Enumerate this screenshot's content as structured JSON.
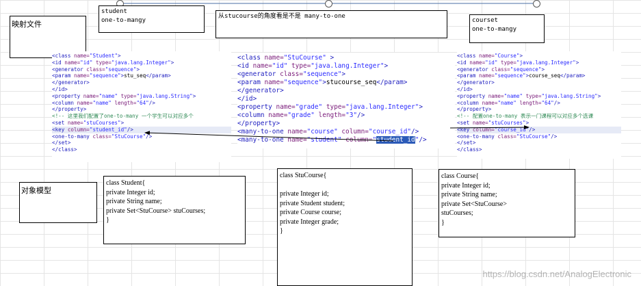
{
  "labels": {
    "mapping_file": "映射文件",
    "object_model": "对象模型"
  },
  "notes": {
    "student": "student\none-to-mangy",
    "stucourse_question": "从stucourse的角度看是不是 many-to-one",
    "course": "courset\none-to-mangy"
  },
  "xml": {
    "student": [
      [
        [
          "tg",
          "<class "
        ],
        [
          "at",
          "name="
        ],
        [
          "vl",
          "\"Student\""
        ],
        [
          "tg",
          ">"
        ]
      ],
      [
        [
          "tg",
          "<id "
        ],
        [
          "at",
          "name="
        ],
        [
          "vl",
          "\"id\""
        ],
        [
          "at",
          " type="
        ],
        [
          "vl",
          "\"java.lang.Integer\""
        ],
        [
          "tg",
          ">"
        ]
      ],
      [
        [
          "tg",
          "<generator "
        ],
        [
          "at",
          "class="
        ],
        [
          "vl",
          "\"sequence\""
        ],
        [
          "tg",
          ">"
        ]
      ],
      [
        [
          "tg",
          "<param "
        ],
        [
          "at",
          "name="
        ],
        [
          "vl",
          "\"sequence\""
        ],
        [
          "tg",
          ">"
        ],
        [
          "tx",
          "stu_seq"
        ],
        [
          "tg",
          "</param>"
        ]
      ],
      [
        [
          "tg",
          "</generator>"
        ]
      ],
      [
        [
          "tg",
          "</id>"
        ]
      ],
      [
        [
          "tg",
          "<property "
        ],
        [
          "at",
          "name="
        ],
        [
          "vl",
          "\"name\""
        ],
        [
          "at",
          " type="
        ],
        [
          "vl",
          "\"java.lang.String\""
        ],
        [
          "tg",
          ">"
        ]
      ],
      [
        [
          "tg",
          "<column "
        ],
        [
          "at",
          "name="
        ],
        [
          "vl",
          "\"name\""
        ],
        [
          "at",
          " length="
        ],
        [
          "vl",
          "\"64\""
        ],
        [
          "tg",
          "/>"
        ]
      ],
      [
        [
          "tg",
          "</property>"
        ]
      ],
      [
        [
          "cm",
          "<!-- 这里我们配置了one-to-many 一个学生可以对应多个"
        ]
      ],
      [
        [
          "tg",
          "<set "
        ],
        [
          "at",
          "name="
        ],
        [
          "vl",
          "\"stuCourses\""
        ],
        [
          "tg",
          ">"
        ]
      ],
      [
        [
          "tg",
          "<key "
        ],
        [
          "at",
          "column="
        ],
        [
          "vl",
          "\"student_id\""
        ],
        [
          "tg",
          "/>"
        ]
      ],
      [
        [
          "tg",
          "<one-to-many "
        ],
        [
          "at",
          "class="
        ],
        [
          "vl",
          "\"StuCourse\""
        ],
        [
          "tg",
          "/>"
        ]
      ],
      [
        [
          "tg",
          "</set>"
        ]
      ],
      [
        [
          "tg",
          "</class>"
        ]
      ]
    ],
    "stucourse": [
      [
        [
          "tg",
          "<class "
        ],
        [
          "at",
          "name="
        ],
        [
          "vl",
          "\"StuCourse\""
        ],
        [
          "tg",
          " >"
        ]
      ],
      [
        [
          "tg",
          "<id "
        ],
        [
          "at",
          "name="
        ],
        [
          "vl",
          "\"id\""
        ],
        [
          "at",
          " type="
        ],
        [
          "vl",
          "\"java.lang.Integer\""
        ],
        [
          "tg",
          ">"
        ]
      ],
      [
        [
          "tg",
          "<generator "
        ],
        [
          "at",
          "class="
        ],
        [
          "vl",
          "\"sequence\""
        ],
        [
          "tg",
          ">"
        ]
      ],
      [
        [
          "tg",
          "<param "
        ],
        [
          "at",
          "name="
        ],
        [
          "vl",
          "\"sequence\""
        ],
        [
          "tg",
          ">"
        ],
        [
          "tx",
          "stucourse_seq"
        ],
        [
          "tg",
          "</param>"
        ]
      ],
      [
        [
          "tg",
          "</generator>"
        ]
      ],
      [
        [
          "tg",
          "</id>"
        ]
      ],
      [
        [
          "tg",
          "<property "
        ],
        [
          "at",
          "name="
        ],
        [
          "vl",
          "\"grade\""
        ],
        [
          "at",
          " type="
        ],
        [
          "vl",
          "\"java.lang.Integer\""
        ],
        [
          "tg",
          ">"
        ]
      ],
      [
        [
          "tg",
          "<column "
        ],
        [
          "at",
          "name="
        ],
        [
          "vl",
          "\"grade\""
        ],
        [
          "at",
          " length="
        ],
        [
          "vl",
          "\"3\""
        ],
        [
          "tg",
          "/>"
        ]
      ],
      [
        [
          "tg",
          "</property>"
        ]
      ],
      [
        [
          "tg",
          "<many-to-one "
        ],
        [
          "at",
          "name="
        ],
        [
          "vl",
          "\"course\""
        ],
        [
          "at",
          " column="
        ],
        [
          "vl",
          "\"course_id\""
        ],
        [
          "tg",
          "/>"
        ]
      ],
      [
        [
          "tg",
          "<many-to-one "
        ],
        [
          "at",
          "name="
        ],
        [
          "vl",
          "\"student\""
        ],
        [
          "at",
          " column="
        ],
        [
          "vl",
          "\""
        ],
        [
          "hl",
          "student_id"
        ],
        [
          "vl",
          "\""
        ],
        [
          "tg",
          "/>"
        ]
      ]
    ],
    "course": [
      [
        [
          "tg",
          "<class "
        ],
        [
          "at",
          "name="
        ],
        [
          "vl",
          "\"Course\""
        ],
        [
          "tg",
          ">"
        ]
      ],
      [
        [
          "tg",
          "<id "
        ],
        [
          "at",
          "name="
        ],
        [
          "vl",
          "\"id\""
        ],
        [
          "at",
          " type="
        ],
        [
          "vl",
          "\"java.lang.Integer\""
        ],
        [
          "tg",
          ">"
        ]
      ],
      [
        [
          "tg",
          "<generator "
        ],
        [
          "at",
          "class="
        ],
        [
          "vl",
          "\"sequence\""
        ],
        [
          "tg",
          ">"
        ]
      ],
      [
        [
          "tg",
          "<param "
        ],
        [
          "at",
          "name="
        ],
        [
          "vl",
          "\"sequence\""
        ],
        [
          "tg",
          ">"
        ],
        [
          "tx",
          "course_seq"
        ],
        [
          "tg",
          "</param>"
        ]
      ],
      [
        [
          "tg",
          "</generator>"
        ]
      ],
      [
        [
          "tg",
          "</id>"
        ]
      ],
      [
        [
          "tg",
          "<property "
        ],
        [
          "at",
          "name="
        ],
        [
          "vl",
          "\"name\""
        ],
        [
          "at",
          " type="
        ],
        [
          "vl",
          "\"java.lang.String\""
        ],
        [
          "tg",
          ">"
        ]
      ],
      [
        [
          "tg",
          "<column "
        ],
        [
          "at",
          "name="
        ],
        [
          "vl",
          "\"name\""
        ],
        [
          "at",
          " length="
        ],
        [
          "vl",
          "\"64\""
        ],
        [
          "tg",
          "/>"
        ]
      ],
      [
        [
          "tg",
          "</property>"
        ]
      ],
      [
        [
          "cm",
          "<!-- 配置one-to-many 表示一门课程可以对应多个选课"
        ]
      ],
      [
        [
          "tg",
          "<set "
        ],
        [
          "at",
          "name="
        ],
        [
          "vl",
          "\"stuCourses\""
        ],
        [
          "tg",
          ">"
        ]
      ],
      [
        [
          "tg",
          "<key "
        ],
        [
          "at",
          "column="
        ],
        [
          "vl",
          "\"course_id\""
        ],
        [
          "tg",
          "/>"
        ]
      ],
      [
        [
          "tg",
          "<one-to-many "
        ],
        [
          "at",
          "class="
        ],
        [
          "vl",
          "\"StuCourse\""
        ],
        [
          "tg",
          "/>"
        ]
      ],
      [
        [
          "tg",
          "</set>"
        ]
      ],
      [
        [
          "tg",
          "</class>"
        ]
      ]
    ]
  },
  "models": {
    "student": "class Student{\nprivate Integer id;\nprivate String name;\nprivate Set<StuCourse> stuCourses;\n}",
    "stucourse": "class StuCourse{\n\nprivate Integer id;\nprivate Student student;\nprivate Course course;\nprivate Integer grade;\n}",
    "course": "class Course{\nprivate Integer id;\nprivate String name;\nprivate Set<StuCourse>\nstuCourses;\n}"
  },
  "watermark": "https://blog.csdn.net/AnalogElectronic",
  "colors": {
    "tag": "#1b1bbf",
    "attribute": "#7a1b7a",
    "value": "#2a2aff",
    "comment": "#2f8a55",
    "selection": "#2b5ab8"
  }
}
